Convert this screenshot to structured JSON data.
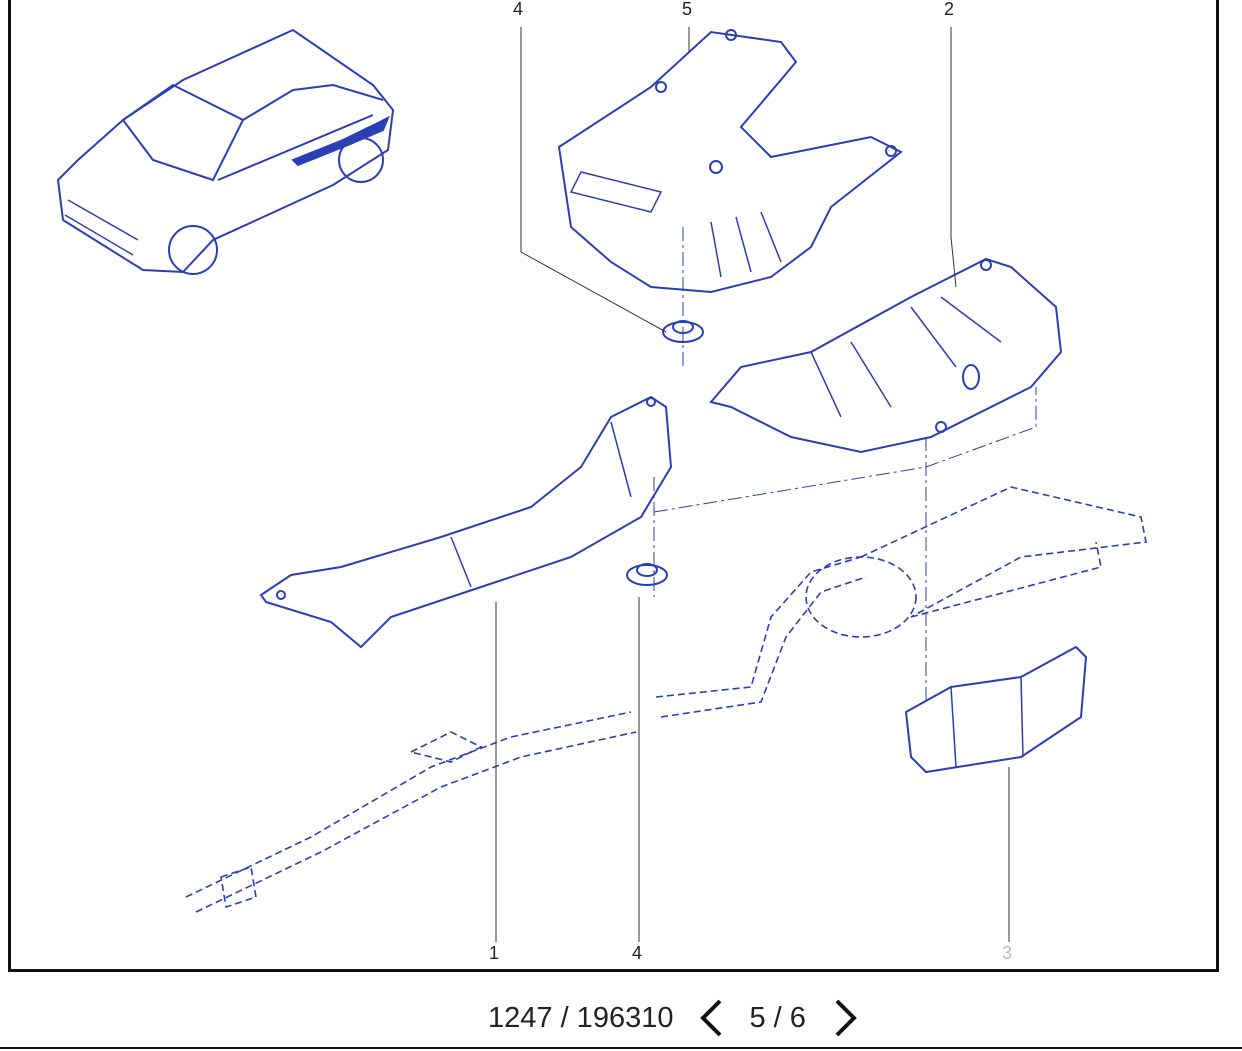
{
  "diagram": {
    "callouts": {
      "top_left_4": "4",
      "top_5": "5",
      "top_2": "2",
      "bottom_1": "1",
      "bottom_4": "4",
      "bottom_3": "3"
    },
    "line_color": "#2b3fb5"
  },
  "pagination": {
    "position_text": "1247 / 196310",
    "page_text": "5 / 6",
    "prev_icon": "chevron-left-icon",
    "next_icon": "chevron-right-icon"
  }
}
